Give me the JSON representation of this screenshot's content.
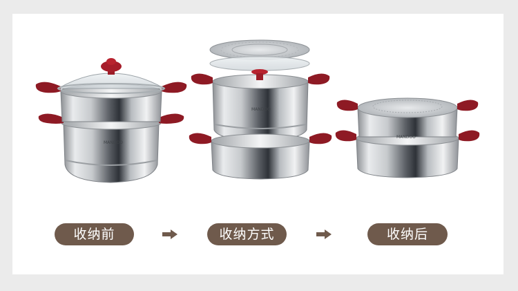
{
  "labels": {
    "before": "收纳前",
    "method": "收纳方式",
    "after": "收纳后"
  },
  "brand_text": "MANDOO",
  "colors": {
    "background": "#ebebeb",
    "panel": "#ffffff",
    "pill": "#6f5a4c",
    "pill_text": "#ffffff",
    "handle": "#8e1a24",
    "arrow": "#6f5a4c"
  },
  "icons": [
    "arrow-right-icon",
    "arrow-right-icon"
  ]
}
